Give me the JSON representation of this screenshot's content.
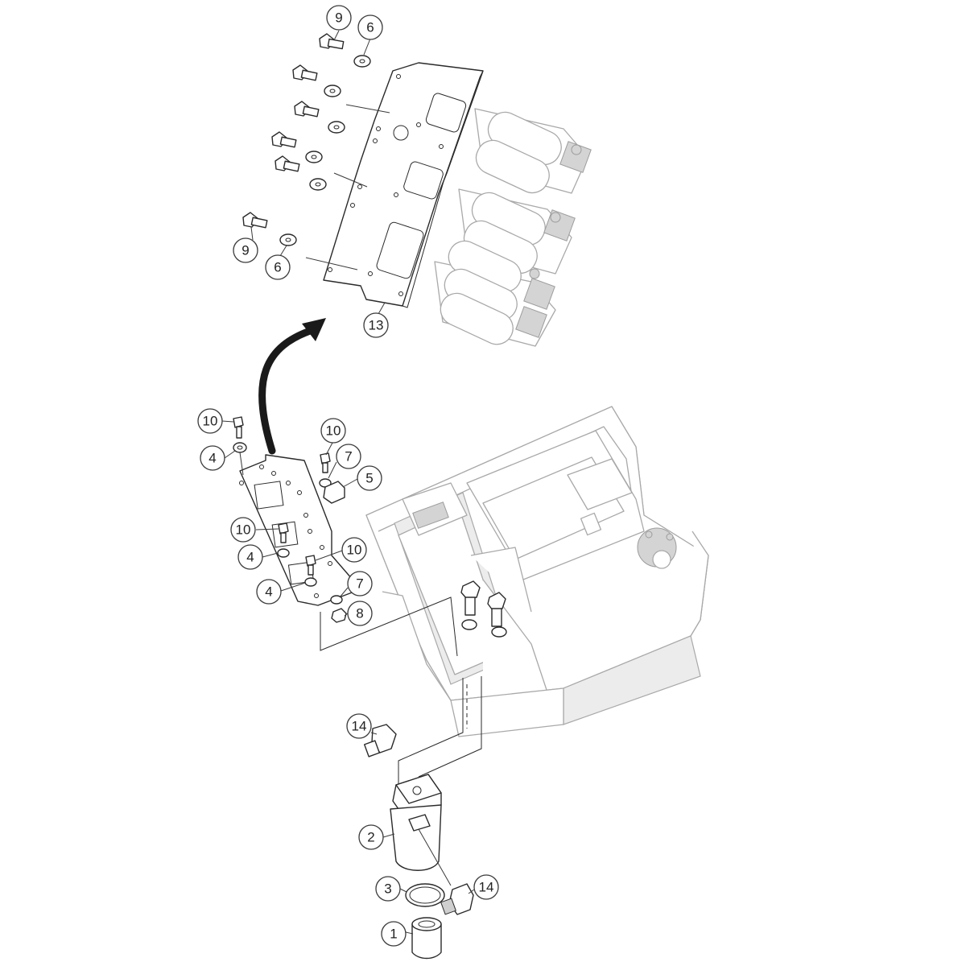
{
  "callouts": [
    {
      "id": "c9a",
      "label": "9"
    },
    {
      "id": "c6a",
      "label": "6"
    },
    {
      "id": "c9b",
      "label": "9"
    },
    {
      "id": "c6b",
      "label": "6"
    },
    {
      "id": "c13",
      "label": "13"
    },
    {
      "id": "c10a",
      "label": "10"
    },
    {
      "id": "c4a",
      "label": "4"
    },
    {
      "id": "c10b",
      "label": "10"
    },
    {
      "id": "c7a",
      "label": "7"
    },
    {
      "id": "c5",
      "label": "5"
    },
    {
      "id": "c10c",
      "label": "10"
    },
    {
      "id": "c4b",
      "label": "4"
    },
    {
      "id": "c10d",
      "label": "10"
    },
    {
      "id": "c4c",
      "label": "4"
    },
    {
      "id": "c7b",
      "label": "7"
    },
    {
      "id": "c8",
      "label": "8"
    },
    {
      "id": "c14a",
      "label": "14"
    },
    {
      "id": "c2",
      "label": "2"
    },
    {
      "id": "c3",
      "label": "3"
    },
    {
      "id": "c14b",
      "label": "14"
    },
    {
      "id": "c1",
      "label": "1"
    }
  ]
}
